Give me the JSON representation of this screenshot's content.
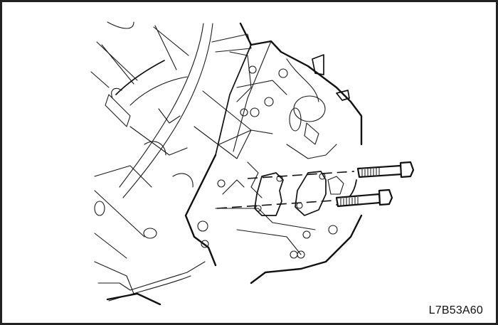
{
  "figure": {
    "description": "Line illustration: automatic transaxle valve body with solenoid/cover being fastened by two bolts",
    "label": "L7B53A60",
    "border_color": "#222222",
    "line_color": "#111111",
    "background": "#ffffff"
  },
  "parts": {
    "bolts": [
      {
        "name": "upper-bolt"
      },
      {
        "name": "lower-bolt"
      }
    ],
    "components": [
      "transaxle-case",
      "valve-body",
      "valve-body-cover-left",
      "valve-body-cover-right",
      "connector"
    ]
  }
}
